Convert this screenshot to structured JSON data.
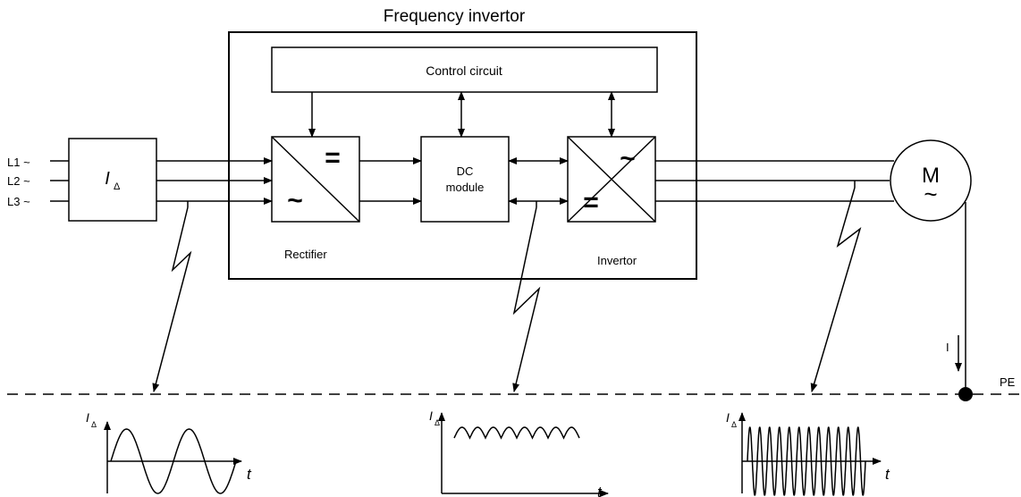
{
  "title": "Frequency invertor",
  "blocks": {
    "control": "Control circuit",
    "dc_line1": "DC",
    "dc_line2": "module",
    "filter_symbol": "I",
    "filter_sub": "Δ",
    "motor_letter": "M",
    "motor_tilde": "~",
    "rect_eq": "=",
    "rect_tilde": "~",
    "inv_tilde": "~",
    "inv_eq": "="
  },
  "labels": {
    "rectifier": "Rectifier",
    "invertor": "Invertor",
    "pe": "PE",
    "current": "I"
  },
  "inputs": [
    "L1 ~",
    "L2 ~",
    "L3 ~"
  ],
  "graphs": {
    "y_symbol": "I",
    "y_sub": "Δ",
    "x_symbol": "t"
  }
}
